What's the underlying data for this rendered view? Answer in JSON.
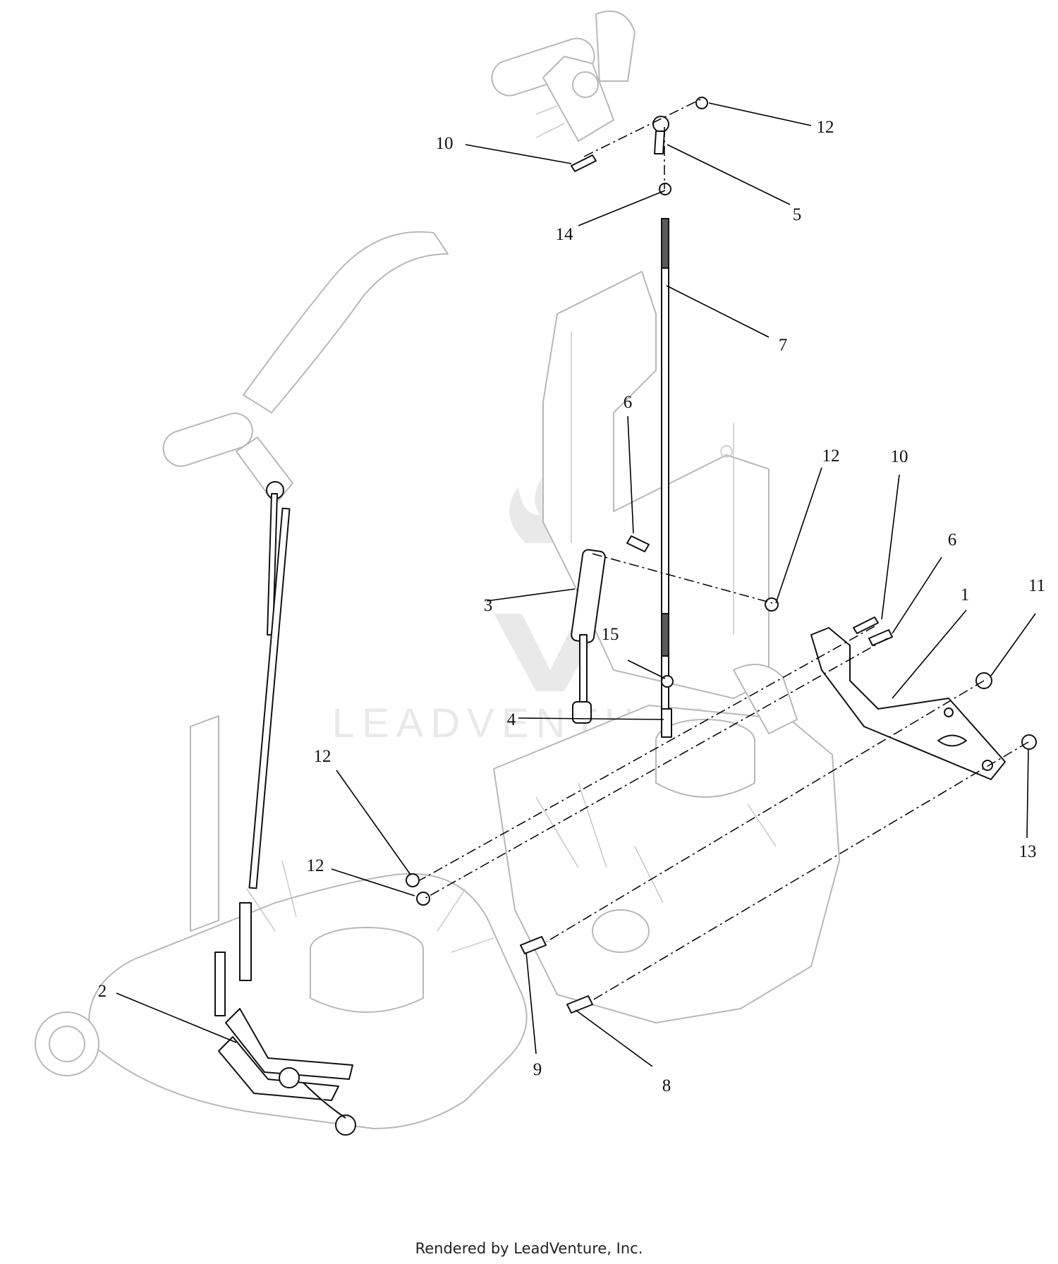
{
  "watermark": {
    "text": "LEADVENTURE",
    "color": "#e9e9e9"
  },
  "callouts": [
    {
      "id": "c10-top",
      "label": "10"
    },
    {
      "id": "c12-top",
      "label": "12"
    },
    {
      "id": "c5",
      "label": "5"
    },
    {
      "id": "c14",
      "label": "14"
    },
    {
      "id": "c7",
      "label": "7"
    },
    {
      "id": "c6-mid",
      "label": "6"
    },
    {
      "id": "c12-mid",
      "label": "12"
    },
    {
      "id": "c10-right",
      "label": "10"
    },
    {
      "id": "c6-right",
      "label": "6"
    },
    {
      "id": "c1",
      "label": "1"
    },
    {
      "id": "c11",
      "label": "11"
    },
    {
      "id": "c3",
      "label": "3"
    },
    {
      "id": "c15",
      "label": "15"
    },
    {
      "id": "c4",
      "label": "4"
    },
    {
      "id": "c12-left-a",
      "label": "12"
    },
    {
      "id": "c12-left-b",
      "label": "12"
    },
    {
      "id": "c13",
      "label": "13"
    },
    {
      "id": "c2",
      "label": "2"
    },
    {
      "id": "c9",
      "label": "9"
    },
    {
      "id": "c8",
      "label": "8"
    }
  ],
  "footer": {
    "text": "Rendered by LeadVenture, Inc."
  }
}
